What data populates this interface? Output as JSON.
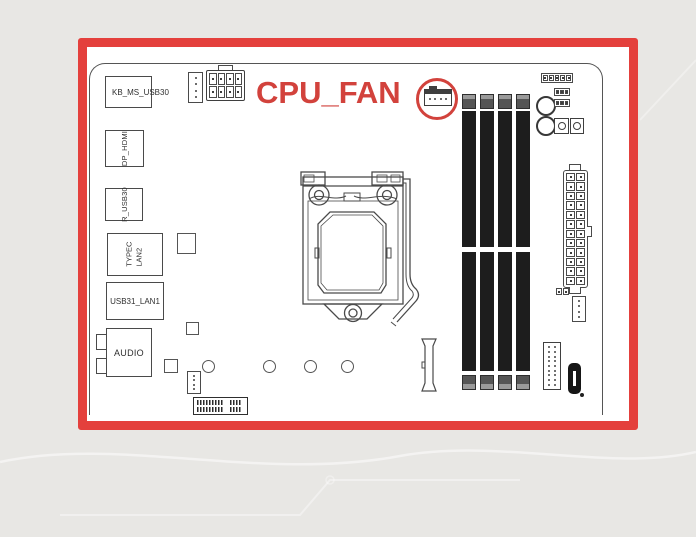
{
  "colors": {
    "page_bg": "#e8e7e4",
    "frame_red": "#e4403c",
    "callout_red": "#d2423c",
    "line_dark": "#4a4a4a",
    "paper": "#ffffff",
    "dimm_black": "#1d1d1d",
    "latch_gray": "#8d8d8d"
  },
  "callout": {
    "label": "CPU_FAN"
  },
  "io_labels": {
    "kb_ms_usb30": "KB_MS_USB30",
    "dp_hdmi": "DP_HDMI",
    "r_usb30": "R_USB30",
    "typec_line1": "TYPEC",
    "typec_line2": "LAN2",
    "usb31_lan1": "USB31_LAN1",
    "audio": "AUDIO"
  },
  "components": {
    "highlighted_header": "cpu-fan-4pin-header",
    "socket": "lga-cpu-socket",
    "memory": "dimm-slots-x4",
    "power_main": "atx-24pin-connector",
    "power_cpu": "eps-8pin-connector",
    "expansion": "m2-slot",
    "front_panel": "front-panel-header",
    "holes": "mounting-holes"
  }
}
